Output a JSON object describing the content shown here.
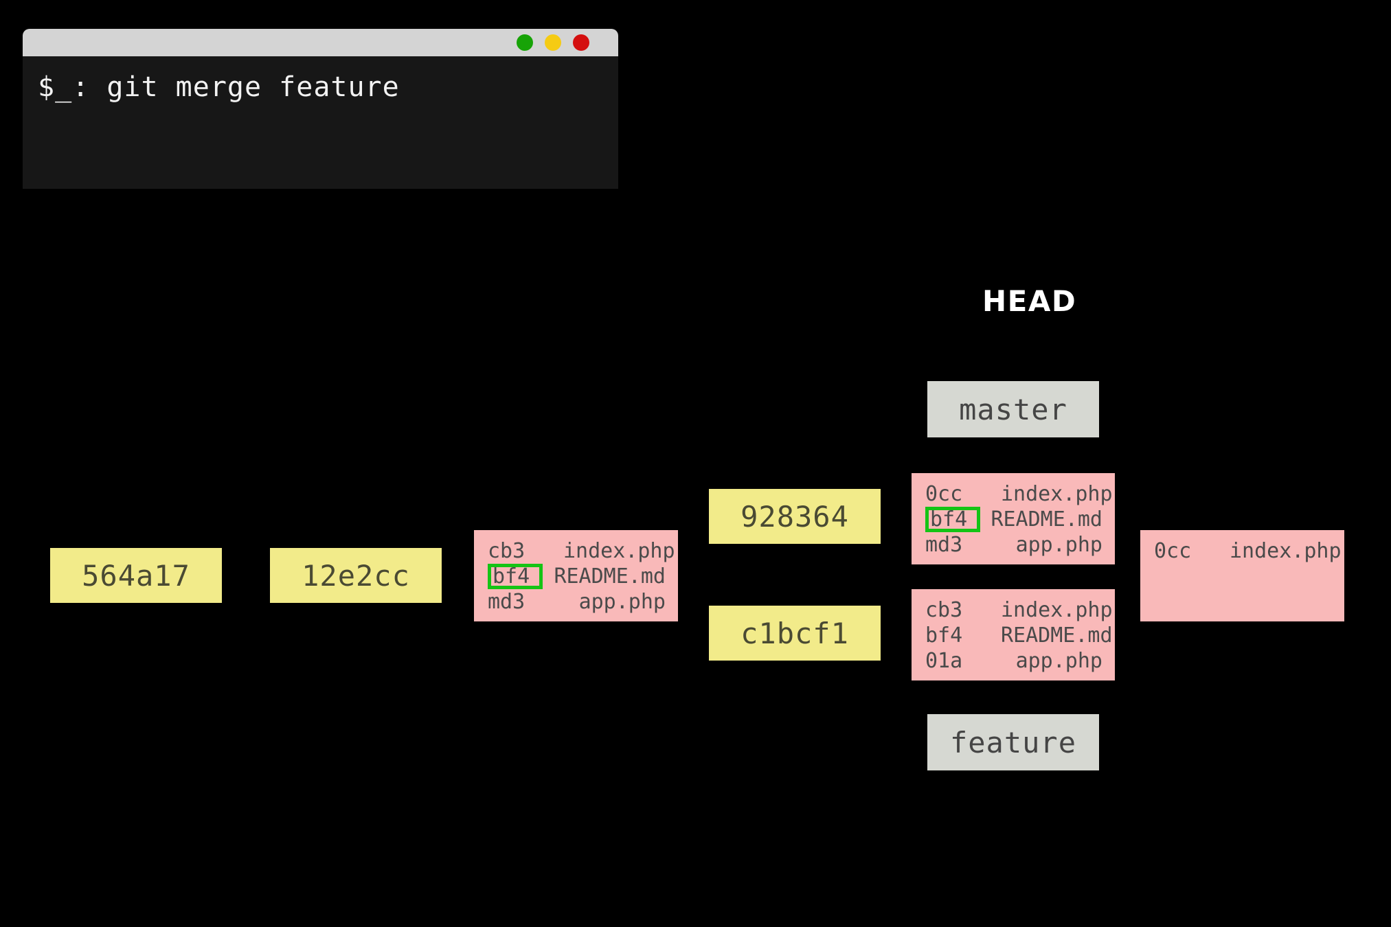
{
  "terminal": {
    "command": "$_: git merge feature",
    "buttons": [
      {
        "name": "green",
        "color": "#17a307"
      },
      {
        "name": "yellow",
        "color": "#f5cb13"
      },
      {
        "name": "red",
        "color": "#d40f0f"
      }
    ]
  },
  "head": {
    "label": "HEAD"
  },
  "refs": {
    "master": "master",
    "feature": "feature"
  },
  "commits": {
    "c1": "564a17",
    "c2": "12e2cc",
    "c3": "928364",
    "c4": "c1bcf1"
  },
  "trees": {
    "left": {
      "rows": [
        {
          "hash": "cb3",
          "file": "index.php",
          "highlight": false
        },
        {
          "hash": "bf4",
          "file": "README.md",
          "highlight": true
        },
        {
          "hash": "md3",
          "file": "app.php",
          "highlight": false
        }
      ]
    },
    "master": {
      "rows": [
        {
          "hash": "0cc",
          "file": "index.php",
          "highlight": false
        },
        {
          "hash": "bf4",
          "file": "README.md",
          "highlight": true
        },
        {
          "hash": "md3",
          "file": "app.php",
          "highlight": false
        }
      ]
    },
    "feature": {
      "rows": [
        {
          "hash": "cb3",
          "file": "index.php",
          "highlight": false
        },
        {
          "hash": "bf4",
          "file": "README.md",
          "highlight": false
        },
        {
          "hash": "01a",
          "file": "app.php",
          "highlight": false
        }
      ]
    },
    "merge": {
      "rows": [
        {
          "hash": "0cc",
          "file": "index.php",
          "highlight": false
        }
      ]
    }
  },
  "colors": {
    "background": "#000000",
    "commit_yellow": "#f2eb8a",
    "tree_pink": "#f9b9b9",
    "ref_gray": "#d6d8d2",
    "highlight_green": "#15c415",
    "terminal_titlebar": "#d4d4d4",
    "terminal_body": "#171717"
  }
}
